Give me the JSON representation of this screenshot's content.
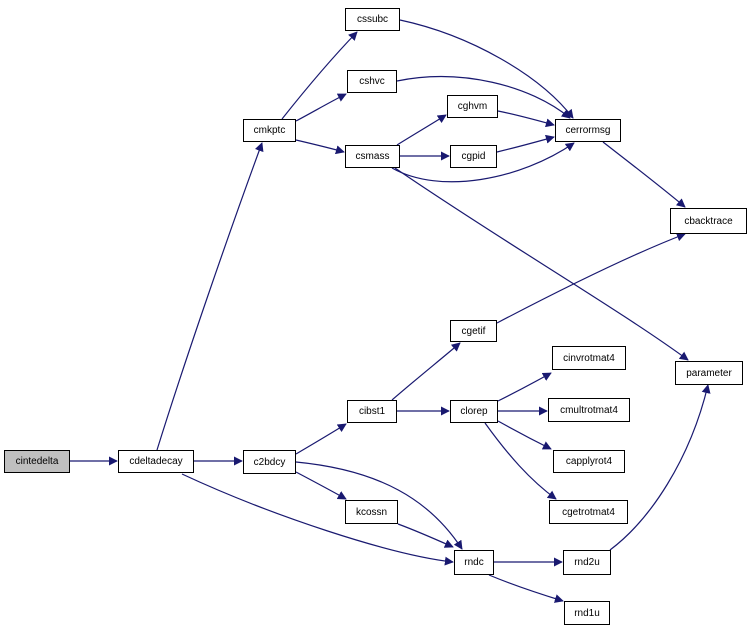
{
  "graph": {
    "edge_color": "#191970",
    "root_fill": "#bfbfbf",
    "nodes": {
      "cintedelta": "cintedelta",
      "cdeltadecay": "cdeltadecay",
      "cmkptc": "cmkptc",
      "cssubc": "cssubc",
      "cshvc": "cshvc",
      "csmass": "csmass",
      "cghvm": "cghvm",
      "cgpid": "cgpid",
      "cerrormsg": "cerrormsg",
      "cbacktrace": "cbacktrace",
      "parameter": "parameter",
      "cgetif": "cgetif",
      "cibst1": "cibst1",
      "clorep": "clorep",
      "cinvrotmat4": "cinvrotmat4",
      "cmultrotmat4": "cmultrotmat4",
      "capplyrot4": "capplyrot4",
      "cgetrotmat4": "cgetrotmat4",
      "c2bdcy": "c2bdcy",
      "kcossn": "kcossn",
      "rndc": "rndc",
      "rnd2u": "rnd2u",
      "rnd1u": "rnd1u"
    },
    "edges": [
      [
        "cintedelta",
        "cdeltadecay"
      ],
      [
        "cdeltadecay",
        "cmkptc"
      ],
      [
        "cdeltadecay",
        "c2bdcy"
      ],
      [
        "cdeltadecay",
        "rndc"
      ],
      [
        "cmkptc",
        "cssubc"
      ],
      [
        "cmkptc",
        "cshvc"
      ],
      [
        "cmkptc",
        "csmass"
      ],
      [
        "cssubc",
        "cerrormsg"
      ],
      [
        "cshvc",
        "cerrormsg"
      ],
      [
        "csmass",
        "cghvm"
      ],
      [
        "csmass",
        "cgpid"
      ],
      [
        "csmass",
        "cerrormsg"
      ],
      [
        "csmass",
        "parameter"
      ],
      [
        "cghvm",
        "cerrormsg"
      ],
      [
        "cgpid",
        "cerrormsg"
      ],
      [
        "cerrormsg",
        "cbacktrace"
      ],
      [
        "c2bdcy",
        "cibst1"
      ],
      [
        "c2bdcy",
        "kcossn"
      ],
      [
        "c2bdcy",
        "rndc"
      ],
      [
        "cibst1",
        "cgetif"
      ],
      [
        "cibst1",
        "clorep"
      ],
      [
        "cgetif",
        "cbacktrace"
      ],
      [
        "clorep",
        "cinvrotmat4"
      ],
      [
        "clorep",
        "cmultrotmat4"
      ],
      [
        "clorep",
        "capplyrot4"
      ],
      [
        "clorep",
        "cgetrotmat4"
      ],
      [
        "kcossn",
        "rndc"
      ],
      [
        "rndc",
        "rnd2u"
      ],
      [
        "rndc",
        "rnd1u"
      ],
      [
        "rnd2u",
        "parameter"
      ]
    ]
  }
}
